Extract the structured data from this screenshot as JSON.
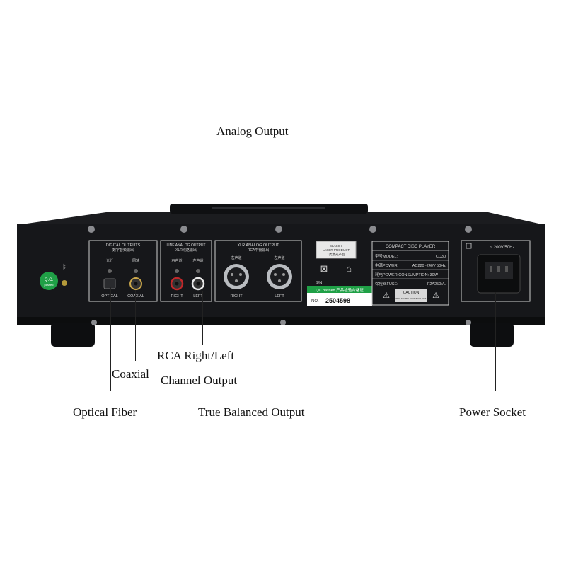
{
  "callouts": {
    "analog_output": "Analog Output",
    "rca": "RCA Right/Left",
    "coaxial": "Coaxial",
    "channel_output": "Channel Output",
    "optical_fiber": "Optical Fiber",
    "true_balanced": "True Balanced Output",
    "power_socket": "Power Socket"
  },
  "panel": {
    "qc_badge_top": "Q.C.",
    "qc_badge_bottom": "passed",
    "digital_title": "DIGITAL OUTPUTS",
    "digital_title_cn": "数字音频输出",
    "optical_cn": "光纤",
    "coaxial_cn": "同轴",
    "optical": "OPTICAL",
    "coaxial": "COAXIAL",
    "line_title": "LINE ANALOG OUTPUT",
    "line_title_cn": "XLR线路输出",
    "right_cn": "右声道",
    "left_cn": "左声道",
    "right": "RIGHT",
    "left": "LEFT",
    "xlr_title": "XLR ANALOG OUTPUT",
    "xlr_title_cn": "RCA平衡输出",
    "class_label_1": "CLASS 1",
    "class_label_2": "LASER PRODUCT",
    "class_label_3": "1类激光产品",
    "qc_passed": "QC passed 产品检验合格证",
    "sn": "S/N",
    "no": "NO.",
    "serial": "2504598",
    "spec_title": "COMPACT DISC PLAYER",
    "spec_model_label": "型号MODEL:",
    "spec_model_value": "CD30",
    "spec_power_label": "电源POWER:",
    "spec_power_value": "AC220~240V 50Hz",
    "spec_consumption_label": "耗电POWER CONSUMPTION: 30W",
    "spec_fuse_label": "保险丝FUSE:",
    "spec_fuse_value": "F2A250VL",
    "caution": "CAUTION",
    "caution_small": "RISK OF ELECTRIC SHOCK DO NOT OPEN",
    "voltage": "~ 200V/50Hz"
  },
  "colors": {
    "chassis": "#16171a",
    "panel_print": "#d8d8d8",
    "qc_green": "#1fa046",
    "accent_red": "#c0282a"
  }
}
